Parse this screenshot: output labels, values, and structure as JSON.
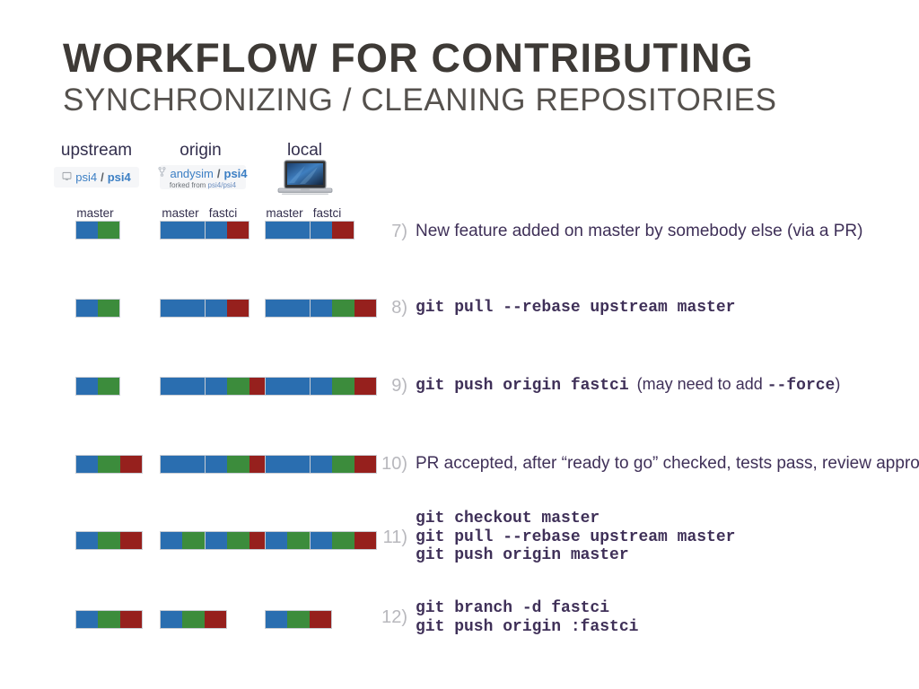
{
  "title": {
    "main": "WORKFLOW FOR CONTRIBUTING",
    "sub": "SYNCHRONIZING / CLEANING REPOSITORIES"
  },
  "colors": {
    "commit_blue": "#2a6eb0",
    "commit_green": "#3c8c3c",
    "commit_red": "#96201d",
    "text_purple": "#3f3058",
    "step_number_gray": "#b8b8bd",
    "title_dark": "#3e3a36",
    "subtitle_gray": "#55514d",
    "link_blue": "#3c7fc4"
  },
  "columns": [
    {
      "id": "upstream",
      "header": "upstream",
      "badge": {
        "icon": "book-icon",
        "owner": "psi4",
        "separator": "/",
        "name": "psi4",
        "fork_note": null
      },
      "branches": [
        "master"
      ]
    },
    {
      "id": "origin",
      "header": "origin",
      "badge": {
        "icon": "fork-icon",
        "owner": "andysim",
        "separator": "/",
        "name": "psi4",
        "fork_note_prefix": "forked from ",
        "fork_note_link": "psi4/psi4"
      },
      "branches": [
        "master",
        "fastci"
      ]
    },
    {
      "id": "local",
      "header": "local",
      "badge": {
        "icon": "laptop-icon"
      },
      "branches": [
        "master",
        "fastci"
      ]
    }
  ],
  "rows": [
    {
      "number": "7)",
      "kind": "prose",
      "text": "New feature added on master by somebody else (via a PR)",
      "bars": {
        "upstream_master": [
          "blue",
          "green"
        ],
        "origin_master": [
          "blue"
        ],
        "origin_fastci": [
          "blue",
          "red"
        ],
        "local_master": [
          "blue"
        ],
        "local_fastci": [
          "blue",
          "red"
        ]
      }
    },
    {
      "number": "8)",
      "kind": "command",
      "command": "git pull --rebase upstream master",
      "bars": {
        "upstream_master": [
          "blue",
          "green"
        ],
        "origin_master": [
          "blue"
        ],
        "origin_fastci": [
          "blue",
          "red"
        ],
        "local_master": [
          "blue"
        ],
        "local_fastci": [
          "blue",
          "green",
          "red"
        ]
      }
    },
    {
      "number": "9)",
      "kind": "command_with_note",
      "command": "git push origin fastci",
      "note_before": "(may need to add ",
      "note_command": "--force",
      "note_after": ")",
      "bars": {
        "upstream_master": [
          "blue",
          "green"
        ],
        "origin_master": [
          "blue"
        ],
        "origin_fastci": [
          "blue",
          "green",
          "red"
        ],
        "local_master": [
          "blue"
        ],
        "local_fastci": [
          "blue",
          "green",
          "red"
        ]
      }
    },
    {
      "number": "10)",
      "kind": "prose",
      "text": "PR accepted, after “ready to go” checked, tests pass, review approvals",
      "bars": {
        "upstream_master": [
          "blue",
          "green",
          "red"
        ],
        "origin_master": [
          "blue"
        ],
        "origin_fastci": [
          "blue",
          "green",
          "red"
        ],
        "local_master": [
          "blue"
        ],
        "local_fastci": [
          "blue",
          "green",
          "red"
        ]
      }
    },
    {
      "number": "11)",
      "kind": "command_block",
      "commands": [
        "git checkout master",
        "git pull --rebase upstream master",
        "git push origin master"
      ],
      "bars": {
        "upstream_master": [
          "blue",
          "green",
          "red"
        ],
        "origin_master": [
          "blue",
          "green",
          "red"
        ],
        "origin_fastci": [
          "blue",
          "green",
          "red"
        ],
        "local_master": [
          "blue",
          "green",
          "red"
        ],
        "local_fastci": [
          "blue",
          "green",
          "red"
        ]
      }
    },
    {
      "number": "12)",
      "kind": "command_block",
      "commands": [
        "git branch -d fastci",
        "git push origin :fastci"
      ],
      "bars": {
        "upstream_master": [
          "blue",
          "green",
          "red"
        ],
        "origin_master": [
          "blue",
          "green",
          "red"
        ],
        "origin_fastci": null,
        "local_master": [
          "blue",
          "green",
          "red"
        ],
        "local_fastci": null
      }
    }
  ]
}
